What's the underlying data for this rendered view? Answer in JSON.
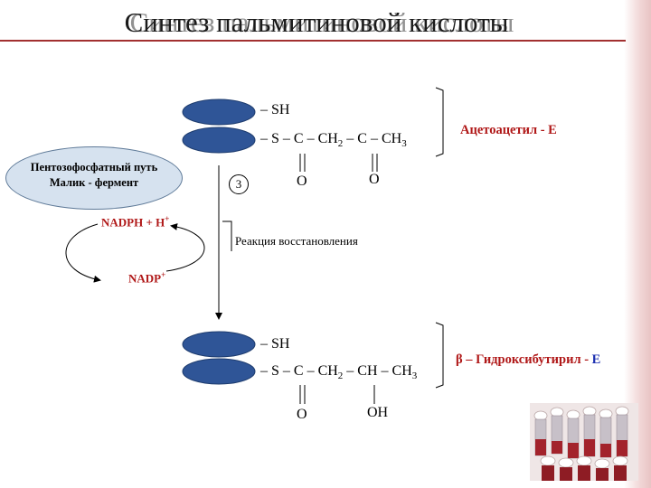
{
  "title": {
    "main": "Синтез пальмитиновой кислоты",
    "ghost": "Синтез пальмитиновой кислоты"
  },
  "top_complex": {
    "sh": "– SH",
    "chain": "– S – C – CH",
    "sub2": "2",
    "chain_mid": " – C – CH",
    "sub3": "3",
    "o1": "O",
    "o2": "O",
    "label": "Ацетоацетил - Е"
  },
  "step_number": "3",
  "pentose": {
    "line1": "Пентозофосфатный путь",
    "line2": "Малик - фермент"
  },
  "cofactors": {
    "nadph": "NADPH + H",
    "nadph_sup": "+",
    "nadp": "NADP",
    "nadp_sup": "+"
  },
  "reaction_label": "Реакция восстановления",
  "bottom_complex": {
    "sh": "– SH",
    "chain": "– S – C – CH",
    "sub2": "2",
    "chain_mid": " – CH – CH",
    "sub3": "3",
    "o1": "O",
    "oh": "OH",
    "label_prefix": "β – Гидроксибутирил - ",
    "label_e": "Е"
  },
  "colors": {
    "enzyme_blue": "#2f5597",
    "accent_red": "#b01818",
    "label_blue": "#1c2fb0",
    "pentose_fill": "#d6e2ef"
  }
}
